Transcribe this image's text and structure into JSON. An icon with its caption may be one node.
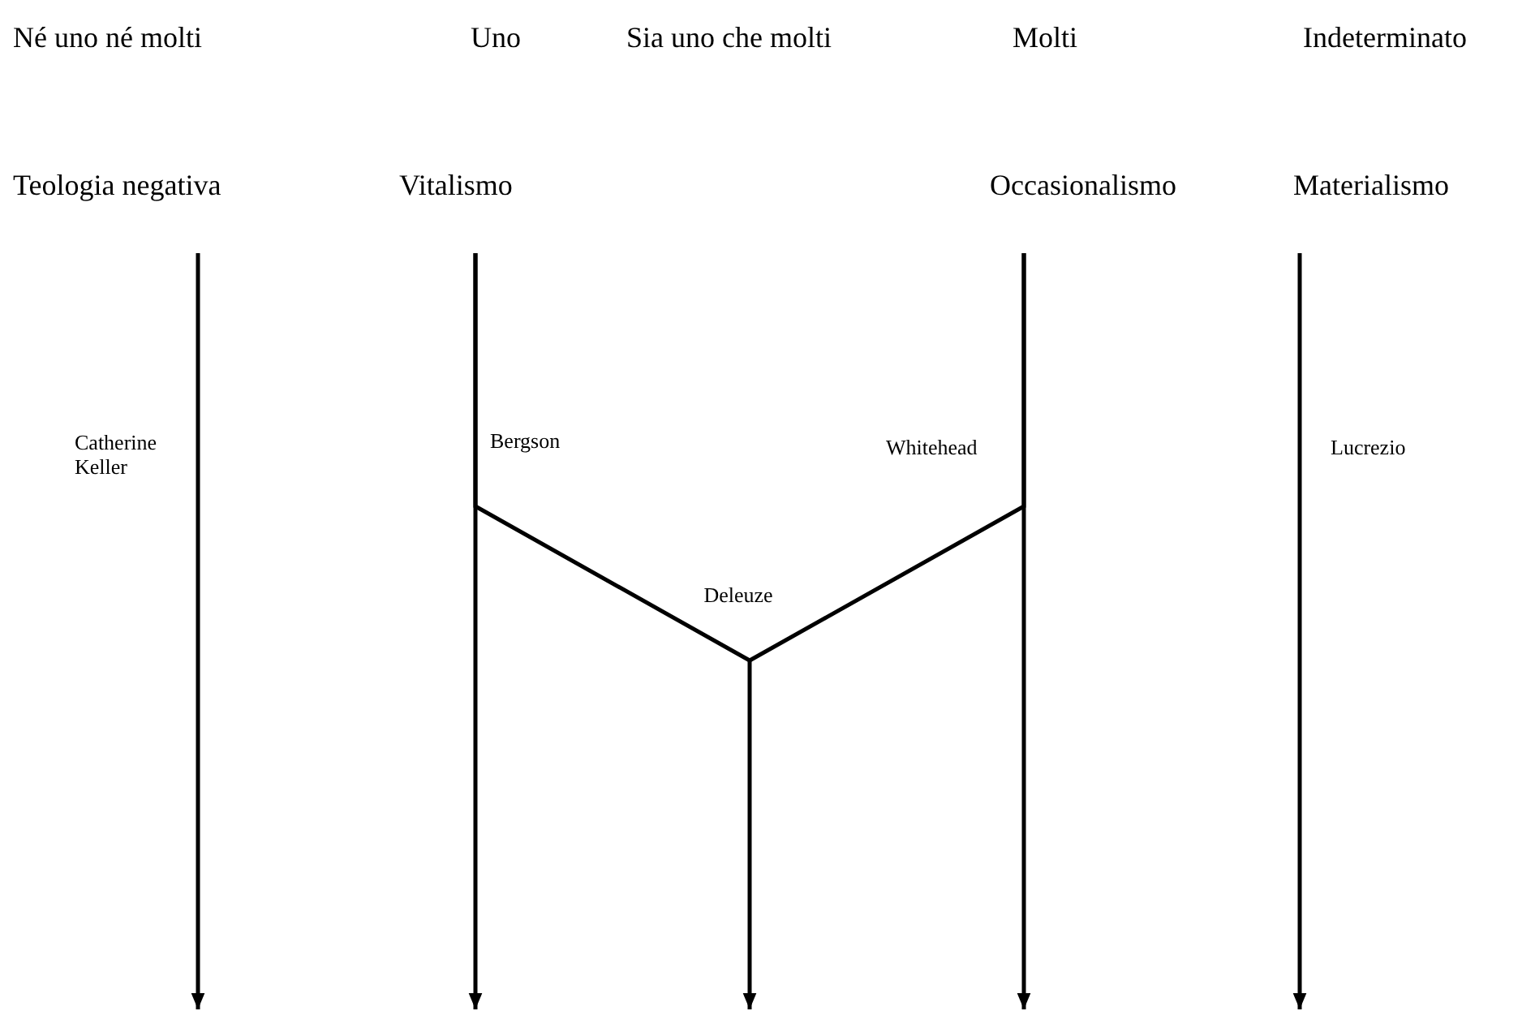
{
  "diagram": {
    "nodes": [
      {
        "text": [
          "Teologia negativa"
        ]
      },
      {
        "text": [
          "Vitalismo"
        ]
      },
      {
        "text": [
          "Occasionalismo"
        ]
      },
      {
        "text": [
          "Materialismo"
        ]
      },
      {
        "text": [
          "Deleuze"
        ]
      }
    ],
    "edges": [
      {
        "from": 0,
        "to": null,
        "arrow": "to"
      },
      {
        "from": 1,
        "to": null,
        "arrow": "to"
      },
      {
        "from": 1,
        "to": 4,
        "arrow": "none"
      },
      {
        "from": 2,
        "to": null,
        "arrow": "to"
      },
      {
        "from": 2,
        "to": 4,
        "arrow": "none"
      },
      {
        "from": 4,
        "to": null,
        "arrow": "to"
      },
      {
        "from": 3,
        "to": null,
        "arrow": "to"
      }
    ],
    "labels": [
      "Né uno né molti",
      "Uno",
      "Sia uno che molti",
      "Molti",
      "Indeterminato",
      "Catherine Keller",
      "Bergson",
      "Whitehead",
      "Lucrezio"
    ]
  }
}
